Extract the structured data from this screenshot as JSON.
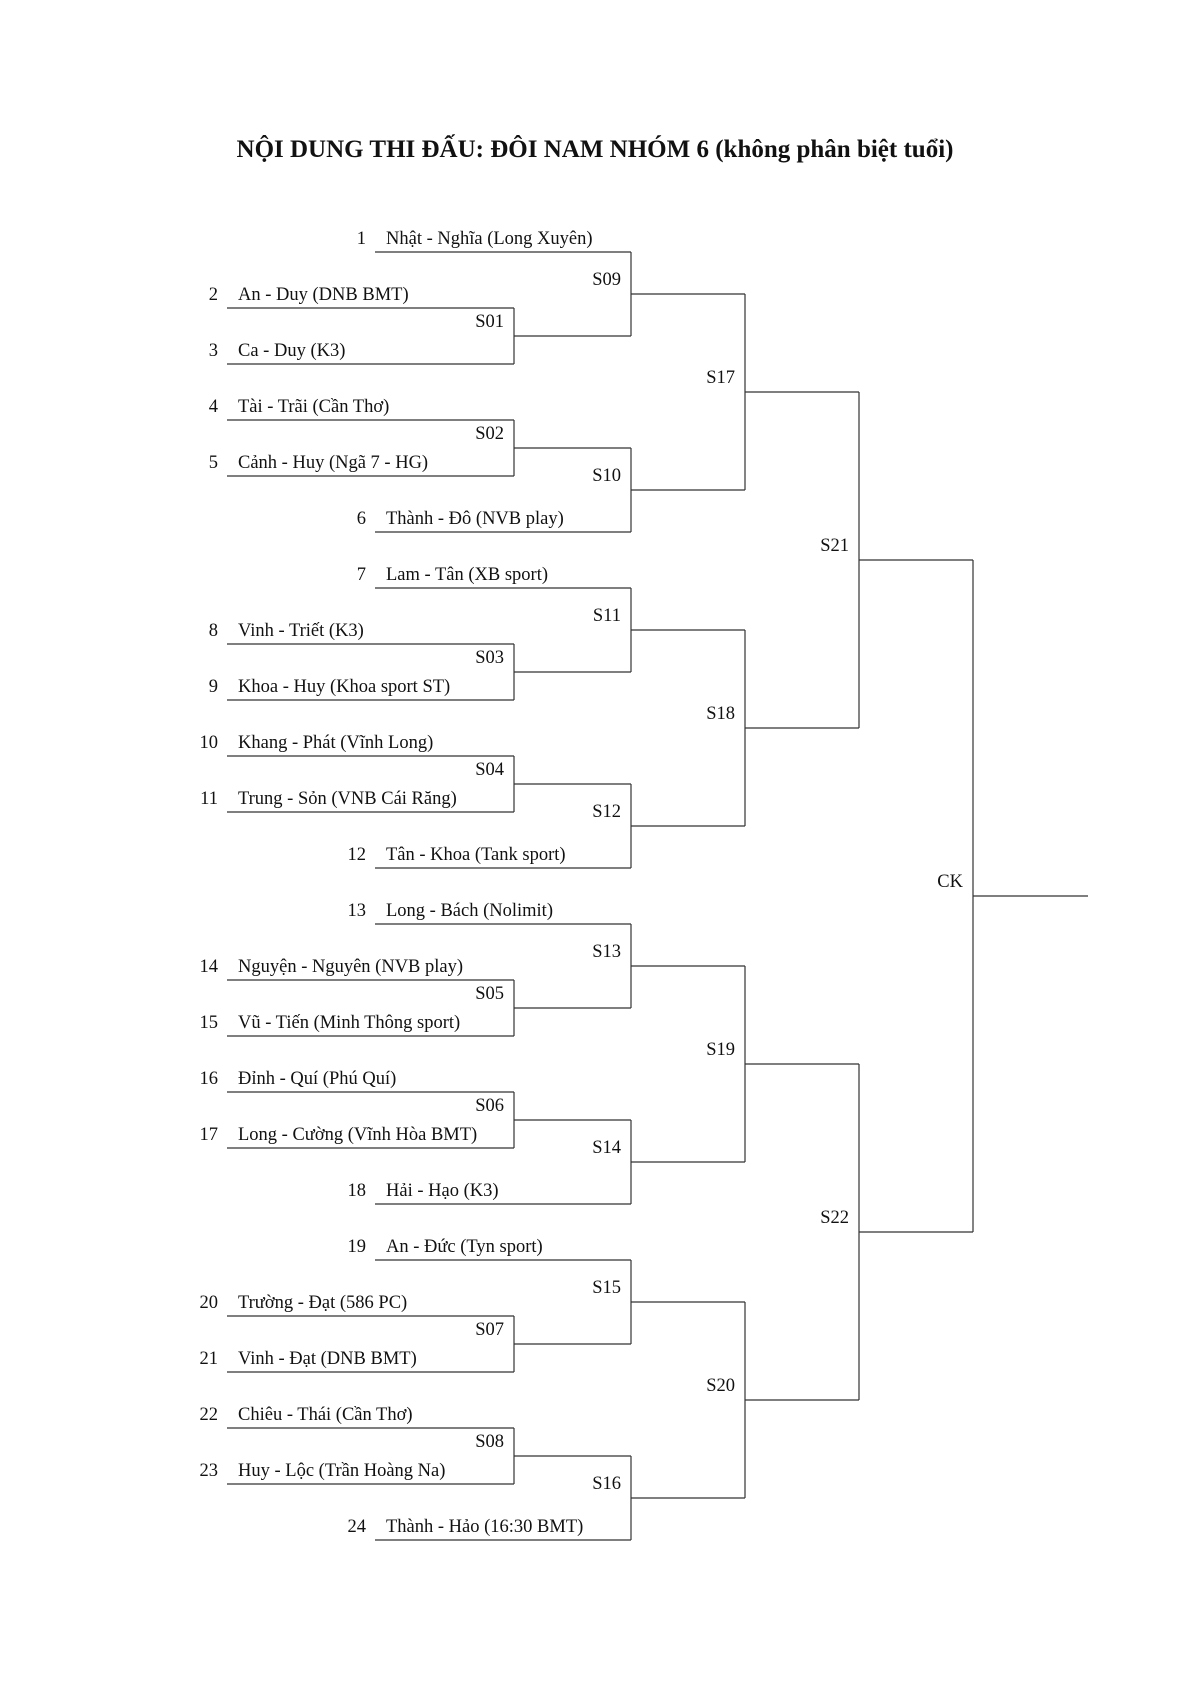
{
  "title": "NỘI DUNG THI ĐẤU: ĐÔI NAM NHÓM 6 (không phân biệt tuổi)",
  "teams": [
    {
      "seed": "1",
      "name": "Nhật - Nghĩa (Long Xuyên)"
    },
    {
      "seed": "2",
      "name": "An - Duy (DNB BMT)"
    },
    {
      "seed": "3",
      "name": "Ca - Duy (K3)"
    },
    {
      "seed": "4",
      "name": "Tài - Trãi (Cần Thơ)"
    },
    {
      "seed": "5",
      "name": "Cảnh - Huy (Ngã 7 - HG)"
    },
    {
      "seed": "6",
      "name": "Thành - Đô (NVB play)"
    },
    {
      "seed": "7",
      "name": "Lam - Tân (XB sport)"
    },
    {
      "seed": "8",
      "name": "Vinh - Triết (K3)"
    },
    {
      "seed": "9",
      "name": "Khoa - Huy (Khoa sport ST)"
    },
    {
      "seed": "10",
      "name": "Khang - Phát (Vĩnh Long)"
    },
    {
      "seed": "11",
      "name": "Trung - Sỏn (VNB Cái Răng)"
    },
    {
      "seed": "12",
      "name": "Tân - Khoa (Tank sport)"
    },
    {
      "seed": "13",
      "name": "Long - Bách (Nolimit)"
    },
    {
      "seed": "14",
      "name": "Nguyện - Nguyên (NVB play)"
    },
    {
      "seed": "15",
      "name": "Vũ - Tiến (Minh Thông sport)"
    },
    {
      "seed": "16",
      "name": "Đỉnh - Quí (Phú Quí)"
    },
    {
      "seed": "17",
      "name": "Long - Cường (Vĩnh Hòa BMT)"
    },
    {
      "seed": "18",
      "name": "Hải - Hạo (K3)"
    },
    {
      "seed": "19",
      "name": "An - Đức (Tyn sport)"
    },
    {
      "seed": "20",
      "name": "Trường - Đạt (586 PC)"
    },
    {
      "seed": "21",
      "name": "Vinh - Đạt (DNB BMT)"
    },
    {
      "seed": "22",
      "name": "Chiêu - Thái (Cần Thơ)"
    },
    {
      "seed": "23",
      "name": "Huy - Lộc (Trần Hoàng Na)"
    },
    {
      "seed": "24",
      "name": "Thành - Hảo (16:30 BMT)"
    }
  ],
  "round1": [
    "S01",
    "S02",
    "S03",
    "S04",
    "S05",
    "S06",
    "S07",
    "S08"
  ],
  "round2": [
    "S09",
    "S10",
    "S11",
    "S12",
    "S13",
    "S14",
    "S15",
    "S16"
  ],
  "round3": [
    "S17",
    "S18",
    "S19",
    "S20"
  ],
  "semifinals": [
    "S21",
    "S22"
  ],
  "final": "CK"
}
